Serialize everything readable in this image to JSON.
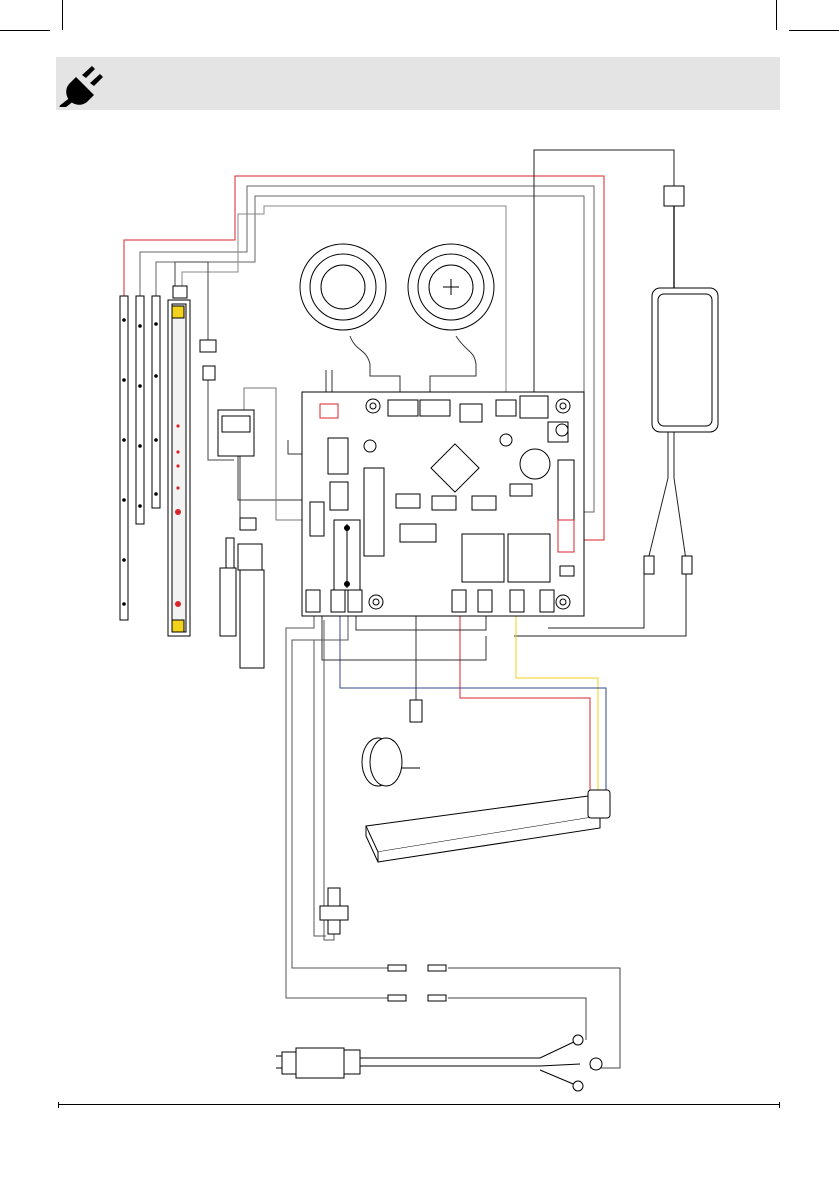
{
  "banner": {
    "icon": "power-plug-icon",
    "background": "#e4e4e4"
  },
  "diagram": {
    "components": [
      "led-strips",
      "speakers",
      "control-board",
      "power-adapter",
      "motor",
      "heater",
      "thermal-fuse",
      "connectors",
      "power-cord"
    ],
    "wire_colors": {
      "red": "#d9252a",
      "blue": "#34458c",
      "yellow": "#f2d21b",
      "black": "#1a1a1a",
      "gray": "#7a7a7a"
    }
  }
}
